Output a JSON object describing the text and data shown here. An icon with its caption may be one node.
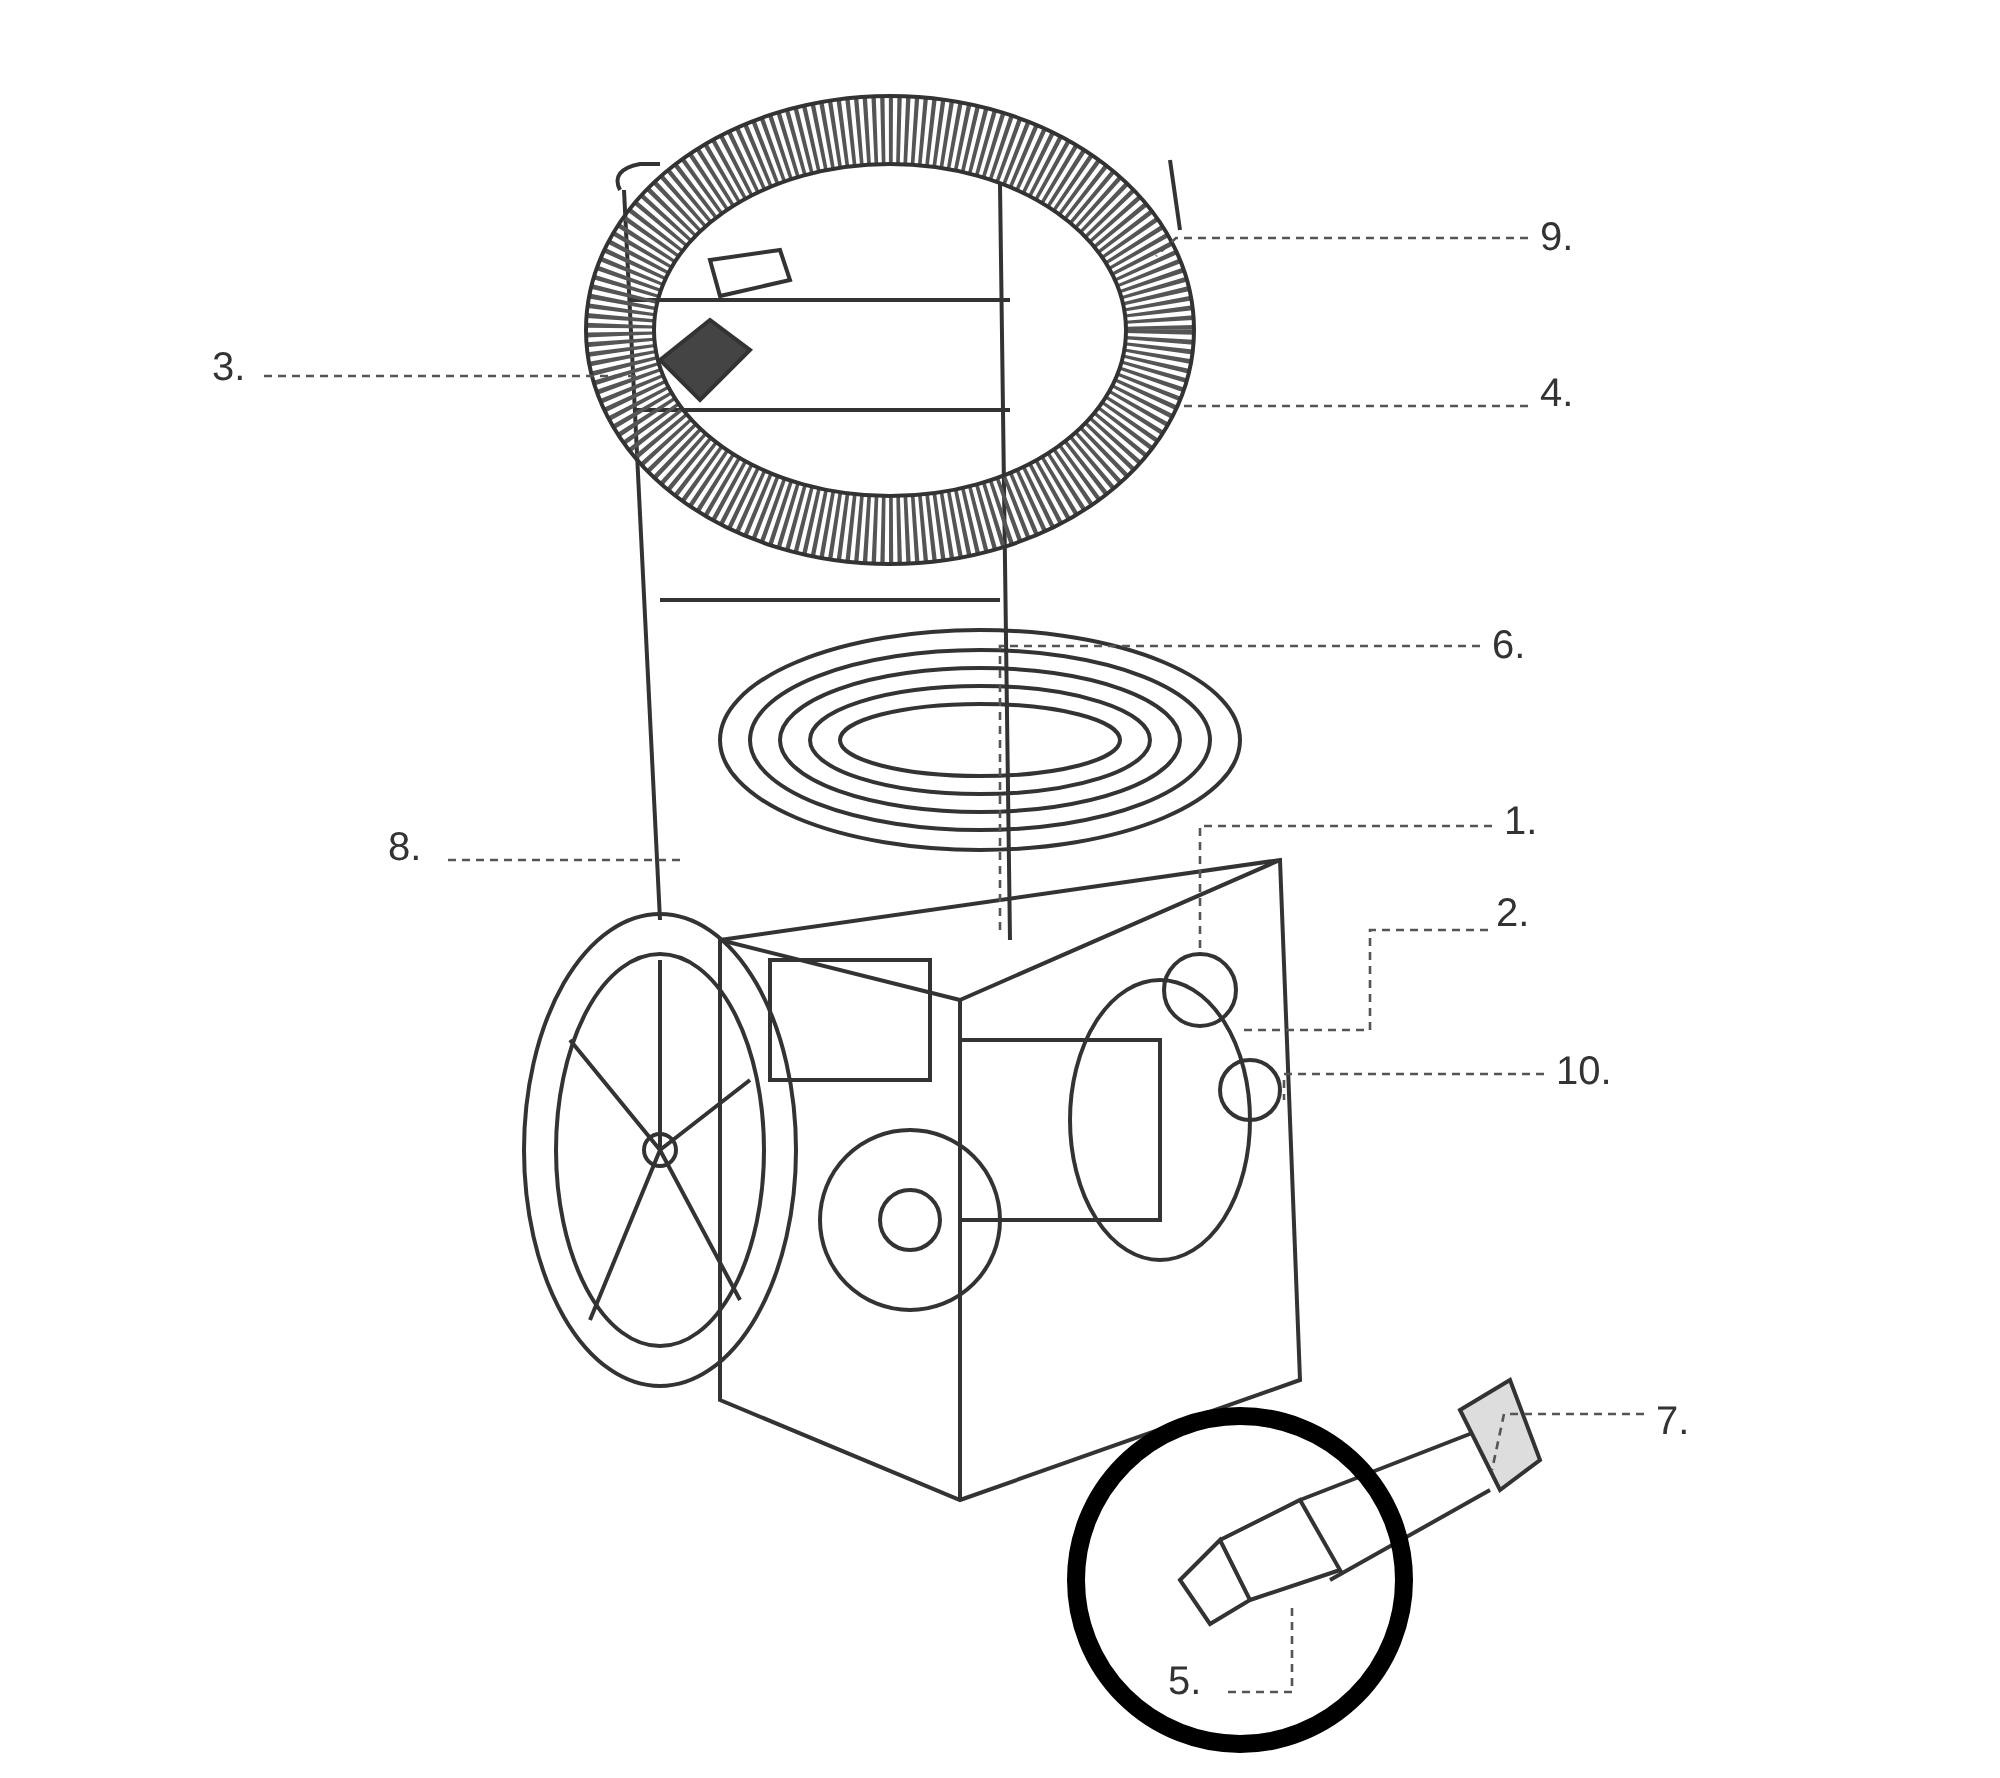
{
  "diagram": {
    "nodes": [
      {
        "text": [
          "9."
        ]
      },
      {
        "text": [
          "3."
        ]
      },
      {
        "text": [
          "4."
        ]
      },
      {
        "text": [
          "6."
        ]
      },
      {
        "text": [
          "8."
        ]
      },
      {
        "text": [
          "1."
        ]
      },
      {
        "text": [
          "2."
        ]
      },
      {
        "text": [
          "10."
        ]
      },
      {
        "text": [
          "7."
        ]
      },
      {
        "text": [
          "5."
        ]
      }
    ],
    "edges": [
      {
        "from": 0,
        "to": null,
        "arrow": "none",
        "style": "dashed"
      },
      {
        "from": 1,
        "to": null,
        "arrow": "none",
        "style": "dashed"
      },
      {
        "from": 2,
        "to": null,
        "arrow": "none",
        "style": "dashed"
      },
      {
        "from": 3,
        "to": null,
        "arrow": "none",
        "style": "dashed"
      },
      {
        "from": 4,
        "to": null,
        "arrow": "none",
        "style": "dashed"
      },
      {
        "from": 5,
        "to": null,
        "arrow": "none",
        "style": "dashed"
      },
      {
        "from": 6,
        "to": null,
        "arrow": "none",
        "style": "dashed"
      },
      {
        "from": 7,
        "to": null,
        "arrow": "none",
        "style": "dashed"
      },
      {
        "from": 8,
        "to": null,
        "arrow": "none",
        "style": "dashed"
      },
      {
        "from": 9,
        "to": null,
        "arrow": "none",
        "style": "dashed"
      }
    ]
  }
}
